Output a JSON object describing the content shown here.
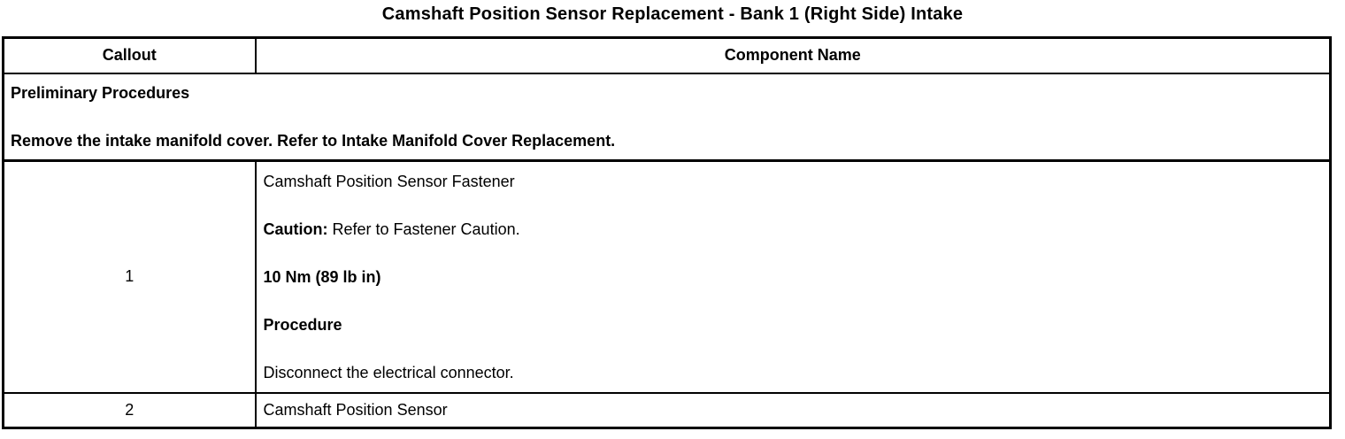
{
  "title": "Camshaft Position Sensor Replacement - Bank 1 (Right Side) Intake",
  "table": {
    "headers": {
      "callout": "Callout",
      "component": "Component Name"
    },
    "preliminary": {
      "heading": "Preliminary Procedures",
      "instruction": "Remove the intake manifold cover. Refer to Intake Manifold Cover Replacement."
    },
    "rows": [
      {
        "callout": "1",
        "component": {
          "name": "Camshaft Position Sensor Fastener",
          "caution_label": "Caution:",
          "caution_text": " Refer to Fastener Caution.",
          "torque": "10 Nm (89 lb in)",
          "procedure_label": "Procedure",
          "procedure_step": "Disconnect the electrical connector."
        }
      },
      {
        "callout": "2",
        "component": {
          "name": "Camshaft Position Sensor"
        }
      }
    ]
  },
  "colors": {
    "border": "#000000",
    "background": "#ffffff",
    "text": "#000000"
  }
}
